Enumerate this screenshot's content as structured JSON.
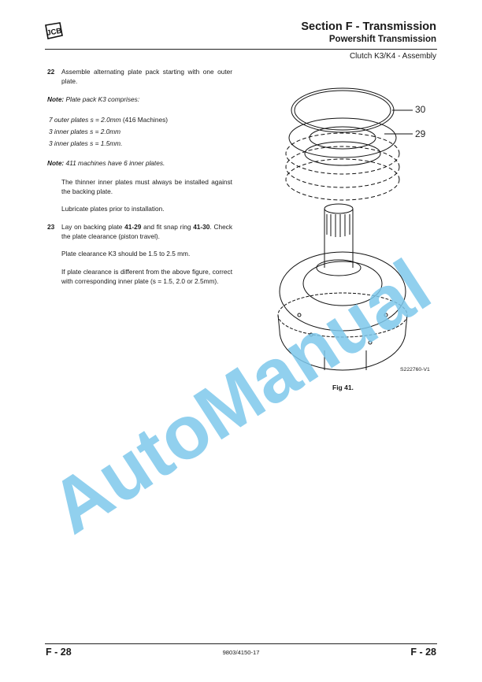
{
  "header": {
    "logo_text": "JCB",
    "section_title": "Section F - Transmission",
    "subsection_title": "Powershift Transmission",
    "topic": "Clutch K3/K4 - Assembly"
  },
  "steps": [
    {
      "number": "22",
      "text": "Assemble alternating plate pack starting with one outer plate."
    },
    {
      "number": "23",
      "text_parts": [
        "Lay on backing plate ",
        "41-29",
        " and fit snap ring ",
        "41-30",
        ". Check the plate clearance (piston travel)."
      ]
    }
  ],
  "note1": {
    "label": "Note:",
    "text": " Plate pack K3 comprises:"
  },
  "plate_pack": [
    {
      "italic": "7 outer plates s = 2.0mm",
      "regular": " (416 Machines)"
    },
    {
      "italic": "3 inner plates s = 2.0mm",
      "regular": ""
    },
    {
      "italic": "3 inner plates s = 1.5mm.",
      "regular": ""
    }
  ],
  "note2": {
    "label": "Note:",
    "text": " 411 machines have 6 inner plates."
  },
  "paragraphs": {
    "thinner_plates": "The thinner inner plates must always be installed against the backing plate.",
    "lubricate": "Lubricate plates prior to installation.",
    "clearance_spec": "Plate clearance K3 should be 1.5 to 2.5 mm.",
    "clearance_correction": "If plate clearance is different from the above figure, correct with corresponding inner plate (s = 1.5, 2.0 or 2.5mm)."
  },
  "figure": {
    "callouts": [
      "30",
      "29"
    ],
    "ref_code": "S222760-V1",
    "caption": "Fig 41."
  },
  "watermark": {
    "text": "AutoManual",
    "color": "#7ec8ec"
  },
  "footer": {
    "page_left": "F - 28",
    "doc_number": "9803/4150-17",
    "page_right": "F - 28"
  }
}
